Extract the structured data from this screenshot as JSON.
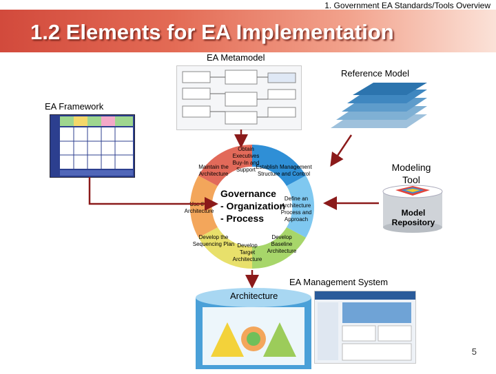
{
  "header": {
    "breadcrumb": "1. Government EA Standards/Tools Overview",
    "title": "1.2 Elements for EA Implementation"
  },
  "labels": {
    "ea_metamodel": "EA Metamodel",
    "reference_model": "Reference Model",
    "ea_framework": "EA Framework",
    "modeling_tool": "Modeling Tool",
    "model_repository": "Model Repository",
    "ea_management_system": "EA Management System",
    "architecture": "Architecture"
  },
  "cycle": {
    "obtain": "Obtain Executives Buy-In and Support",
    "establish": "Establish Management Structure and Control",
    "define": "Define an Architecture Process and Approach",
    "baseline": "Develop Baseline Architecture",
    "target": "Develop Target Architecture",
    "sequencing": "Develop the Sequencing Plan",
    "use": "Use the Architecture",
    "maintain": "Maintain the Architecture",
    "governance": "Governance",
    "org": "- Organization",
    "process": "- Process"
  },
  "page_number": "5",
  "colors": {
    "title_band": "#d24a3c",
    "arrow": "#8b1a1a",
    "repo": "#cfd3d8",
    "cylinder": "#4aa0d8"
  }
}
